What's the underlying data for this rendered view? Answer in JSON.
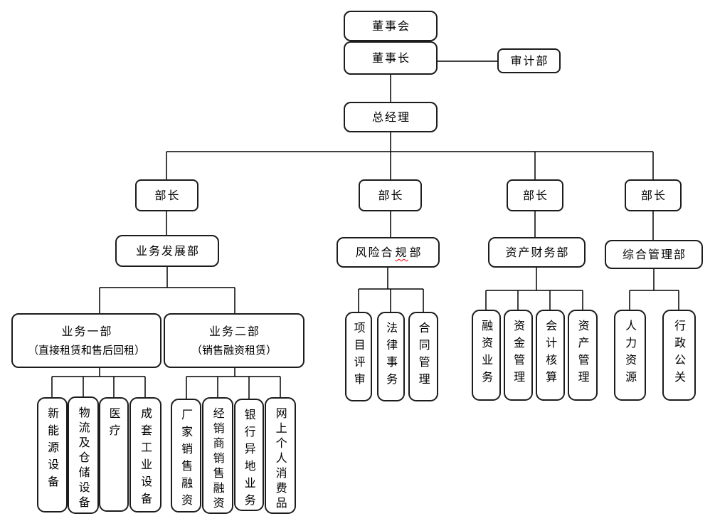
{
  "diagram": {
    "type": "org-chart",
    "top": {
      "board": "董事会",
      "chairman": "董事长",
      "audit": "审计部",
      "general_manager": "总经理"
    },
    "branches": [
      {
        "minister": "部长",
        "dept": "业务发展部",
        "children": [
          {
            "name": "业务一部",
            "subtitle": "（直接租赁和售后回租）",
            "children": [
              "新能源设备",
              "物流及仓储设备",
              "医疗",
              "成套工业设备"
            ]
          },
          {
            "name": "业务二部",
            "subtitle": "（销售融资租赁）",
            "children": [
              "厂家销售融资",
              "经销商销售融资",
              "银行异地业务",
              "网上个人消费品"
            ]
          }
        ]
      },
      {
        "minister": "部长",
        "dept": "风险合规部",
        "dept_parts": {
          "pre": "风险合",
          "spellchecked": "规",
          "post": "部"
        },
        "children": [
          "项目评审",
          "法律事务",
          "合同管理"
        ]
      },
      {
        "minister": "部长",
        "dept": "资产财务部",
        "children": [
          "融资业务",
          "资金管理",
          "会计核算",
          "资产管理"
        ]
      },
      {
        "minister": "部长",
        "dept": "综合管理部",
        "children": [
          "人力资源",
          "行政公关"
        ]
      }
    ],
    "colors": {
      "background": "#ffffff",
      "box_border": "#1c1c1c",
      "connector_line": "#000000",
      "text": "#000000",
      "spellcheck_underline": "#ff0000"
    }
  }
}
